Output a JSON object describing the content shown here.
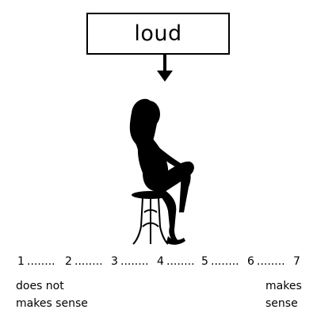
{
  "stimulus": {
    "word": "loud"
  },
  "scale": {
    "points": [
      "1",
      "2",
      "3",
      "4",
      "5",
      "6",
      "7"
    ],
    "separator": "........",
    "left_anchor": {
      "line1": "does not",
      "line2": "makes sense"
    },
    "right_anchor": {
      "line1": "makes",
      "line2": "sense"
    }
  },
  "icons": {
    "arrow": "arrow-down-icon",
    "figure": "woman-silhouette-on-stool"
  }
}
